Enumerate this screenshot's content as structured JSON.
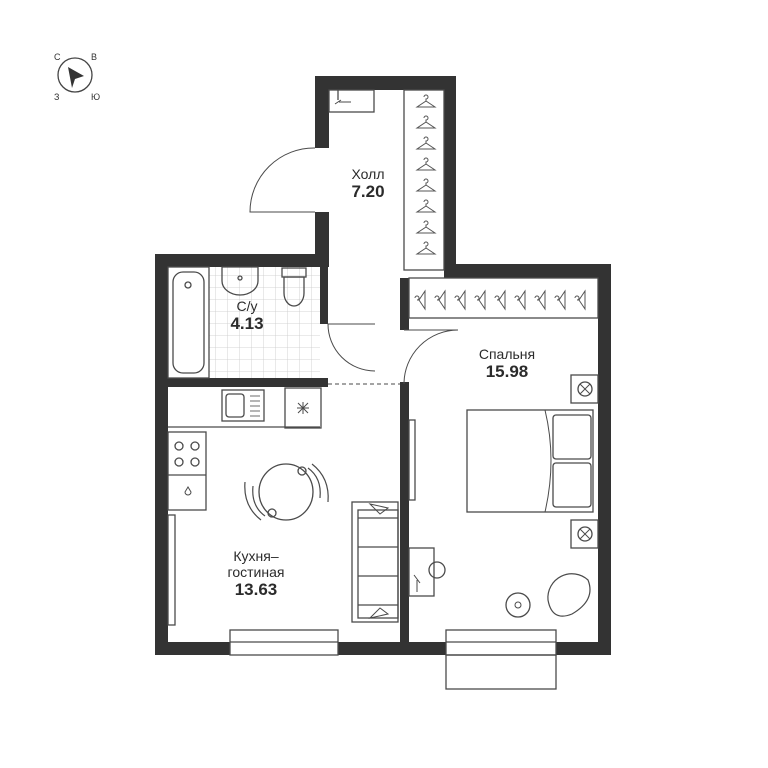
{
  "compass": {
    "n": "С",
    "e": "В",
    "s": "Ю",
    "w": "З"
  },
  "rooms": {
    "hall": {
      "name": "Холл",
      "area": "7.20"
    },
    "bathroom": {
      "name": "С/у",
      "area": "4.13"
    },
    "bedroom": {
      "name": "Спальня",
      "area": "15.98"
    },
    "kitchen": {
      "name_line1": "Кухня–",
      "name_line2": "гостиная",
      "area": "13.63"
    }
  },
  "colors": {
    "wall": "#333333",
    "line": "#4a4a4a",
    "background": "#ffffff"
  }
}
